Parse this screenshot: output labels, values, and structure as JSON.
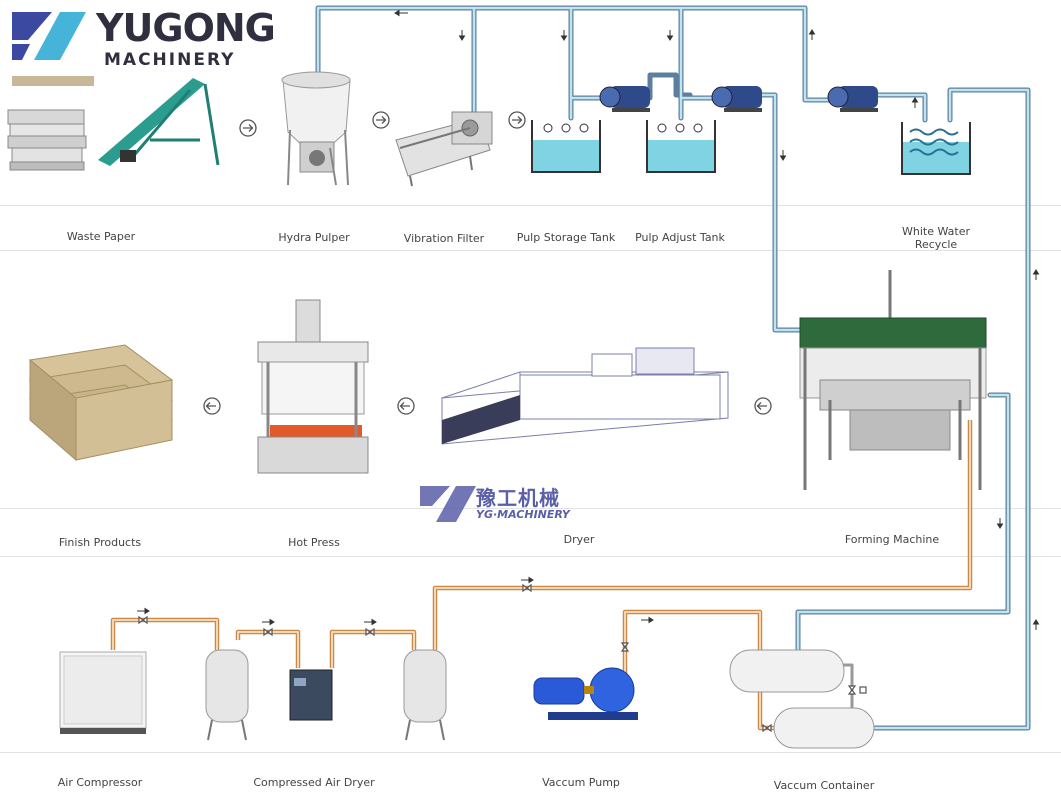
{
  "logo": {
    "brand": "YUGONG",
    "subtitle": "MACHINERY"
  },
  "watermark": {
    "chinese": "豫工机械",
    "english": "YG·MACHINERY"
  },
  "stations": [
    {
      "label": "Waste Paper"
    },
    {
      "label": "Hydra Pulper"
    },
    {
      "label": "Vibration Filter"
    },
    {
      "label": "Pulp Storage Tank"
    },
    {
      "label": "Pulp Adjust Tank"
    },
    {
      "label": "White Water\nRecycle"
    },
    {
      "label": "Finish Products"
    },
    {
      "label": "Hot Press"
    },
    {
      "label": "Dryer"
    },
    {
      "label": "Forming Machine"
    },
    {
      "label": "Air Compressor"
    },
    {
      "label": "Compressed Air Dryer"
    },
    {
      "label": "Vaccum Pump"
    },
    {
      "label": "Vaccum Container"
    }
  ],
  "colors": {
    "water_pipe": "#6a93b6",
    "air_pipe": "#e0a86a",
    "tank_water": "#7fd3e3",
    "pump": "#2f4a8a",
    "arrow": "#555555"
  }
}
